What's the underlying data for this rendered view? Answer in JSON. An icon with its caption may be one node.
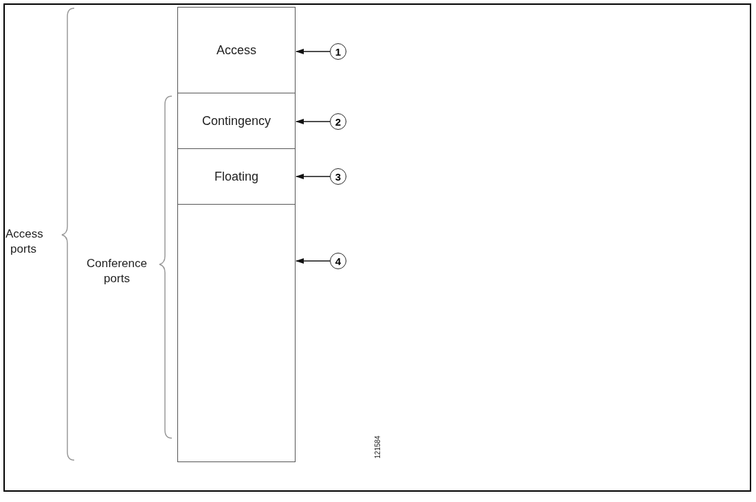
{
  "diagram": {
    "nodes": [
      {
        "text": [
          "Access"
        ]
      },
      {
        "text": [
          "Contingency"
        ]
      },
      {
        "text": [
          "Floating"
        ]
      },
      {
        "text": [],
        "shape": "box"
      },
      {
        "text": [
          "1"
        ]
      },
      {
        "text": [
          "2"
        ]
      },
      {
        "text": [
          "3"
        ]
      },
      {
        "text": [
          "4"
        ]
      }
    ],
    "edges": [
      {
        "from": 4,
        "to": 0,
        "arrow": "to"
      },
      {
        "from": 5,
        "to": 1,
        "arrow": "to"
      },
      {
        "from": 6,
        "to": 2,
        "arrow": "to"
      },
      {
        "from": 7,
        "to": 3,
        "arrow": "to"
      }
    ],
    "labels": [
      "Access ports",
      "Conference ports",
      "121584"
    ]
  }
}
